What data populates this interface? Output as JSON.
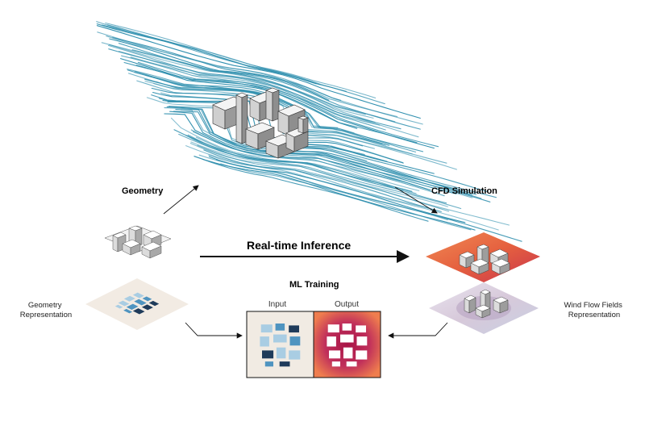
{
  "labels": {
    "geometry": "Geometry",
    "cfd_simulation": "CFD Simulation",
    "realtime_inference": "Real-time Inference",
    "ml_training": "ML Training",
    "input": "Input",
    "output": "Output",
    "geometry_repr_line1": "Geometry",
    "geometry_repr_line2": "Representation",
    "wind_repr_line1": "Wind Flow Fields",
    "wind_repr_line2": "Representation"
  },
  "colors": {
    "streamline": "#2f8fae",
    "orange": "#ea6d45",
    "deep_red": "#b3204d",
    "magenta": "#c33a6a",
    "cream": "#f2ebe3",
    "blue_block": "#4f94c0",
    "light_blue_block": "#a9cde3",
    "navy_block": "#1f3b5a"
  }
}
